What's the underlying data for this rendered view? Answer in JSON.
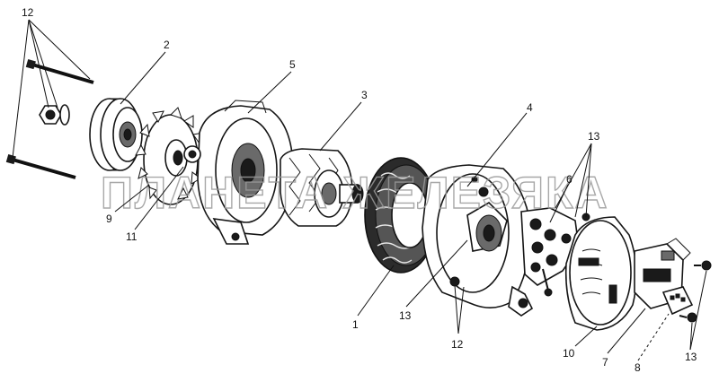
{
  "watermark": "ПЛАНЕТА ЖЕЛЕЗЯКА",
  "callouts": {
    "c12_top": "12",
    "c2": "2",
    "c5": "5",
    "c3": "3",
    "c4": "4",
    "c13_top": "13",
    "c6": "6",
    "c9": "9",
    "c11": "11",
    "c1": "1",
    "c13_mid": "13",
    "c12_bottom": "12",
    "c10": "10",
    "c7": "7",
    "c8": "8",
    "c13_right": "13"
  },
  "colors": {
    "ink": "#151515",
    "background": "#ffffff",
    "watermark": "#9a9a9a"
  }
}
